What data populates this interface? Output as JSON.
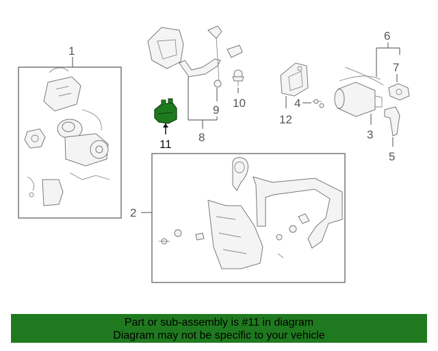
{
  "diagram": {
    "callouts": {
      "c1": "1",
      "c2": "2",
      "c3": "3",
      "c4": "4",
      "c5": "5",
      "c6": "6",
      "c7": "7",
      "c8": "8",
      "c9": "9",
      "c10": "10",
      "c11": "11",
      "c12": "12"
    },
    "highlighted_part": "11",
    "highlight_color": "#1f7a1f",
    "line_color": "#6a6a6a"
  },
  "banner": {
    "line1": "Part or sub-assembly is #11 in diagram",
    "line2": "Diagram may not be specific to your vehicle",
    "background": "#1f7a1f"
  }
}
